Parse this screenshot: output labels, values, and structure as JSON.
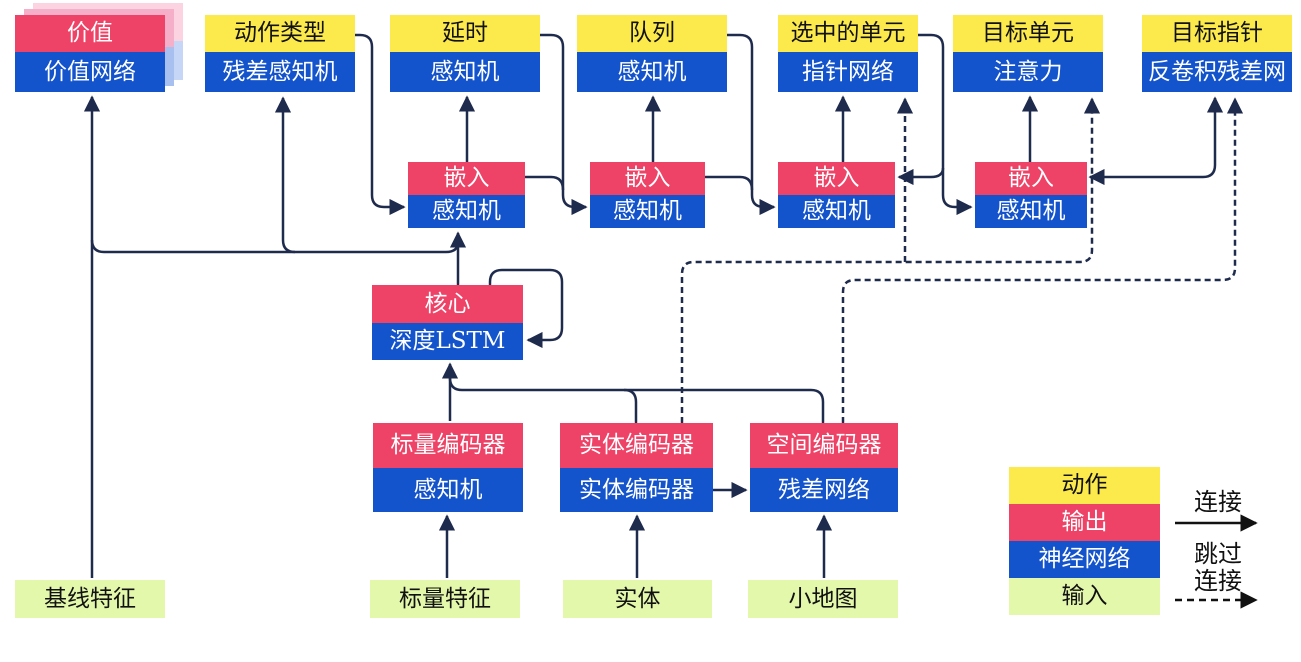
{
  "figure": {
    "nodes": {
      "value": {
        "title": "价值",
        "subtitle": "价值网络"
      },
      "action_type": {
        "title": "动作类型",
        "subtitle": "残差感知机"
      },
      "delay": {
        "title": "延时",
        "subtitle": "感知机"
      },
      "queue": {
        "title": "队列",
        "subtitle": "感知机"
      },
      "selected_units": {
        "title": "选中的单元",
        "subtitle": "指针网络"
      },
      "target_unit": {
        "title": "目标单元",
        "subtitle": "注意力"
      },
      "target_point": {
        "title": "目标指针",
        "subtitle": "反卷积残差网"
      },
      "embed1": {
        "title": "嵌入",
        "subtitle": "感知机"
      },
      "embed2": {
        "title": "嵌入",
        "subtitle": "感知机"
      },
      "embed3": {
        "title": "嵌入",
        "subtitle": "感知机"
      },
      "embed4": {
        "title": "嵌入",
        "subtitle": "感知机"
      },
      "core": {
        "title": "核心",
        "subtitle": "深度LSTM"
      },
      "scalar_encoder": {
        "title": "标量编码器",
        "subtitle": "感知机"
      },
      "entity_encoder": {
        "title": "实体编码器",
        "subtitle": "实体编码器"
      },
      "spatial_encoder": {
        "title": "空间编码器",
        "subtitle": "残差网络"
      },
      "baseline_features": {
        "label": "基线特征"
      },
      "scalar_features": {
        "label": "标量特征"
      },
      "entities": {
        "label": "实体"
      },
      "minimap": {
        "label": "小地图"
      }
    },
    "legend": {
      "action": "动作",
      "output": "输出",
      "neural_network": "神经网络",
      "input": "输入",
      "connection_label": "连接",
      "skip_label_line1": "跳过",
      "skip_label_line2": "连接"
    },
    "colors": {
      "action_yellow": "#FCE94C",
      "output_red": "#EE4266",
      "network_blue": "#1353CC",
      "input_green": "#E4F8AC",
      "connector_navy": "#1F2B4D",
      "legend_arrow_black": "#111111",
      "value_shadow_pink": "#F5AFC8",
      "value_shadow_blue": "#A8C0F0"
    }
  }
}
